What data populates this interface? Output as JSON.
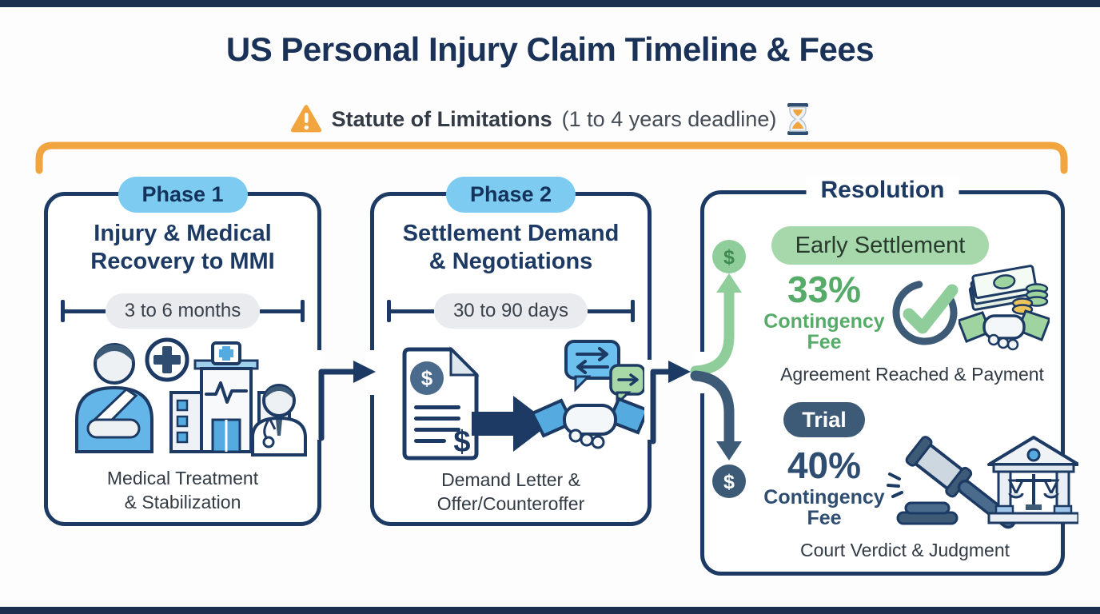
{
  "page": {
    "title": "US Personal Injury Claim Timeline & Fees",
    "statute": {
      "bold": "Statute of Limitations",
      "normal": "(1 to 4 years deadline)"
    }
  },
  "colors": {
    "navy": "#1c3a63",
    "slate": "#3d5a77",
    "light_blue": "#7ecbf2",
    "icon_blue": "#55abe0",
    "green": "#8fce9b",
    "green_text": "#57ab69",
    "green_pill": "#a6d8ab",
    "orange": "#f2a43e",
    "gray_pill": "#e9ebee"
  },
  "phases": [
    {
      "badge": "Phase 1",
      "title_line1": "Injury & Medical",
      "title_line2": "Recovery to MMI",
      "duration": "3 to 6 months",
      "caption_line1": "Medical Treatment",
      "caption_line2": "& Stabilization"
    },
    {
      "badge": "Phase 2",
      "title_line1": "Settlement Demand",
      "title_line2": "& Negotiations",
      "duration": "30 to 90 days",
      "caption_line1": "Demand Letter &",
      "caption_line2": "Offer/Counteroffer"
    }
  ],
  "resolution": {
    "title": "Resolution",
    "settlement": {
      "badge": "Early Settlement",
      "fee_percent": "33%",
      "fee_line1": "Contingency",
      "fee_line2": "Fee",
      "caption": "Agreement Reached & Payment",
      "dollar": "$"
    },
    "trial": {
      "badge": "Trial",
      "fee_percent": "40%",
      "fee_line1": "Contingency",
      "fee_line2": "Fee",
      "caption": "Court Verdict & Judgment",
      "dollar": "$"
    }
  },
  "icons": {
    "dollar": "$"
  }
}
